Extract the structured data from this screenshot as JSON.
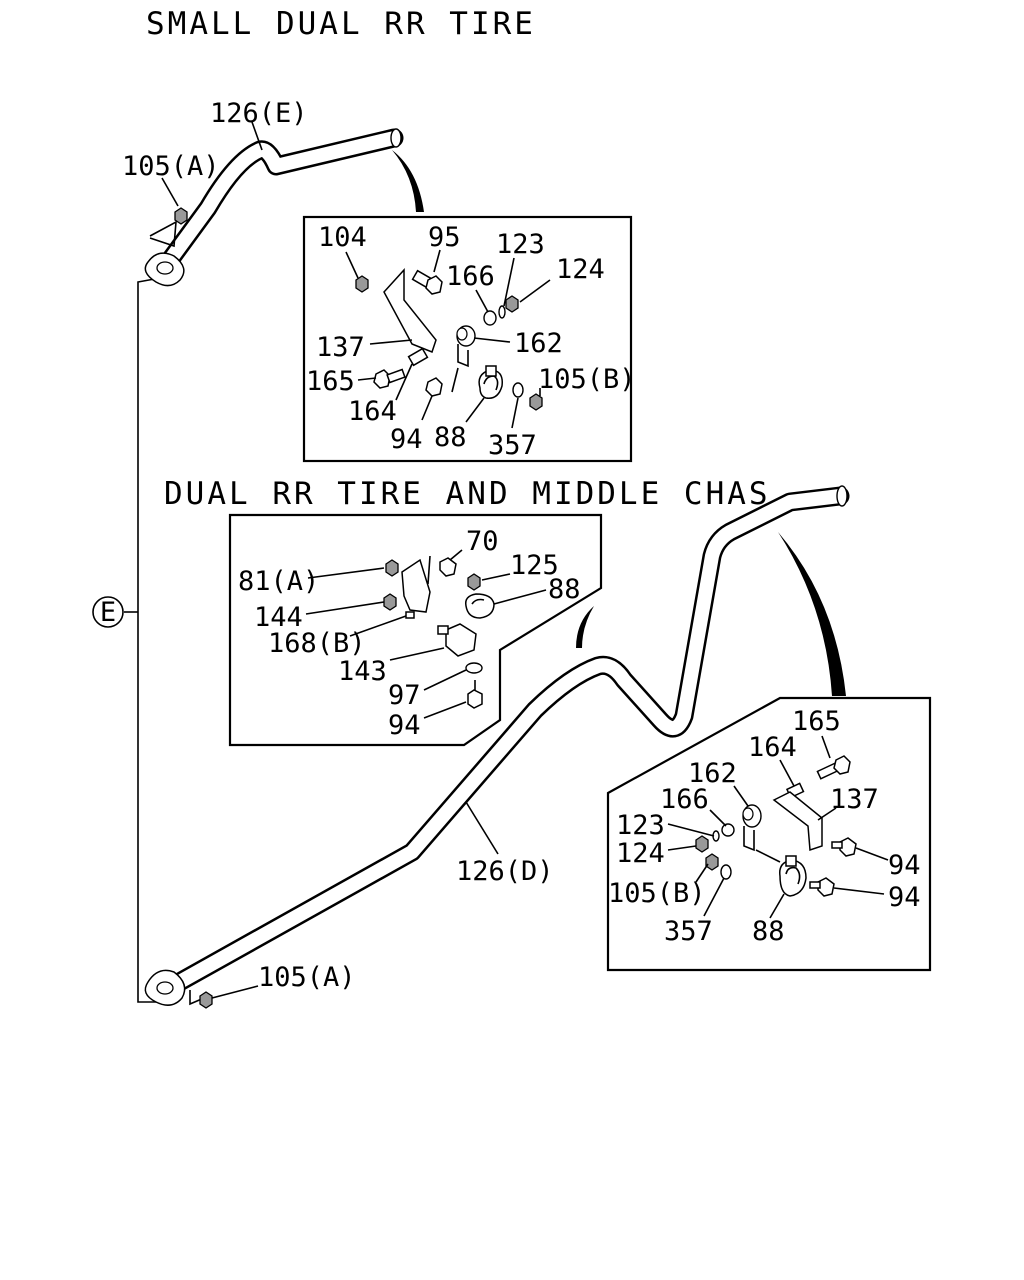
{
  "titles": {
    "top": "SMALL DUAL RR TIRE",
    "middle": "DUAL RR TIRE AND MIDDLE CHAS"
  },
  "callout": "E",
  "labels": {
    "upper_pipe": "126(E)",
    "upper_nut": "105(A)",
    "lower_pipe": "126(D)",
    "lower_nut": "105(A)"
  },
  "box1": {
    "l104": "104",
    "l95": "95",
    "l123": "123",
    "l166": "166",
    "l124": "124",
    "l137": "137",
    "l162": "162",
    "l165": "165",
    "l105b": "105(B)",
    "l164": "164",
    "l94": "94",
    "l88": "88",
    "l357": "357"
  },
  "box2": {
    "l70": "70",
    "l81a": "81(A)",
    "l125": "125",
    "l88": "88",
    "l144": "144",
    "l168b": "168(B)",
    "l143": "143",
    "l97": "97",
    "l94": "94"
  },
  "box3": {
    "l165": "165",
    "l164": "164",
    "l162": "162",
    "l166": "166",
    "l137": "137",
    "l123": "123",
    "l124": "124",
    "l94a": "94",
    "l105b": "105(B)",
    "l94b": "94",
    "l357": "357",
    "l88": "88"
  }
}
